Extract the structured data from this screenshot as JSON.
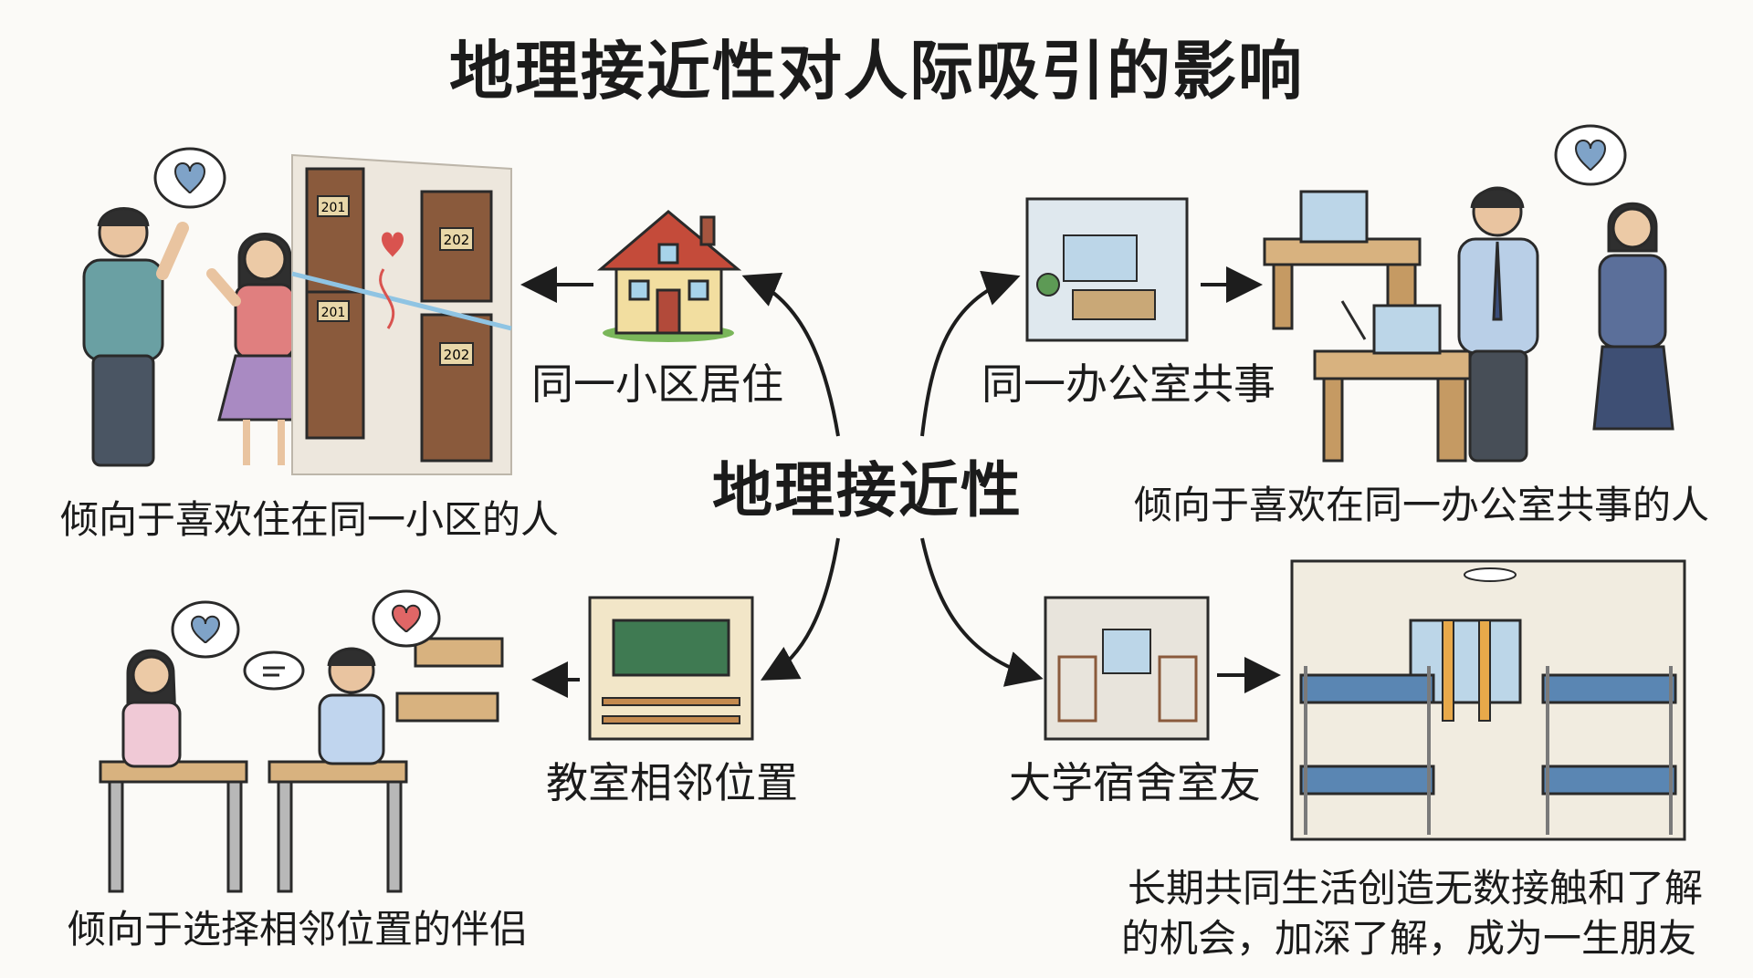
{
  "title": "地理接近性对人际吸引的影响",
  "center_label": "地理接近性",
  "branches": {
    "neighborhood": {
      "label": "同一小区居住",
      "description": "倾向于喜欢住在同一小区的人",
      "door_numbers": [
        "201",
        "202",
        "201",
        "202"
      ]
    },
    "office": {
      "label": "同一办公室共事",
      "description": "倾向于喜欢在同一办公室共事的人"
    },
    "classroom": {
      "label": "教室相邻位置",
      "description": "倾向于选择相邻位置的伴侣"
    },
    "dormitory": {
      "label": "大学宿舍室友",
      "description_line1": "长期共同生活创造无数接触和了解",
      "description_line2": "的机会，加深了解，成为一生朋友"
    }
  },
  "icons": [
    "house-icon",
    "office-icon",
    "classroom-icon",
    "dorm-icon",
    "heart-icon",
    "handshake-bubble-icon"
  ],
  "colors": {
    "arrow": "#1d1d1d",
    "door": "#8a5a3c",
    "heart": "#d9534f",
    "bubble": "#7fa3c8"
  }
}
